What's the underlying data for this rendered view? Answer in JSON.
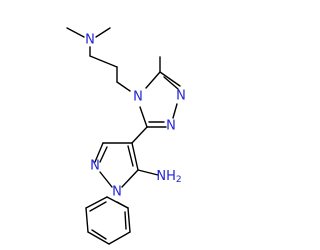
{
  "molecule": {
    "atom_labels": {
      "amine_top": "N",
      "triazole_n4": "N",
      "triazole_n1": "N",
      "triazole_n2": "N",
      "pyrazole_n2": "N",
      "pyrazole_n1": "N",
      "amino_group": "NH"
    },
    "amino_subscript": "2"
  },
  "colors": {
    "nitrogen": "#2323d7",
    "bond": "#000000",
    "background": "#ffffff"
  }
}
